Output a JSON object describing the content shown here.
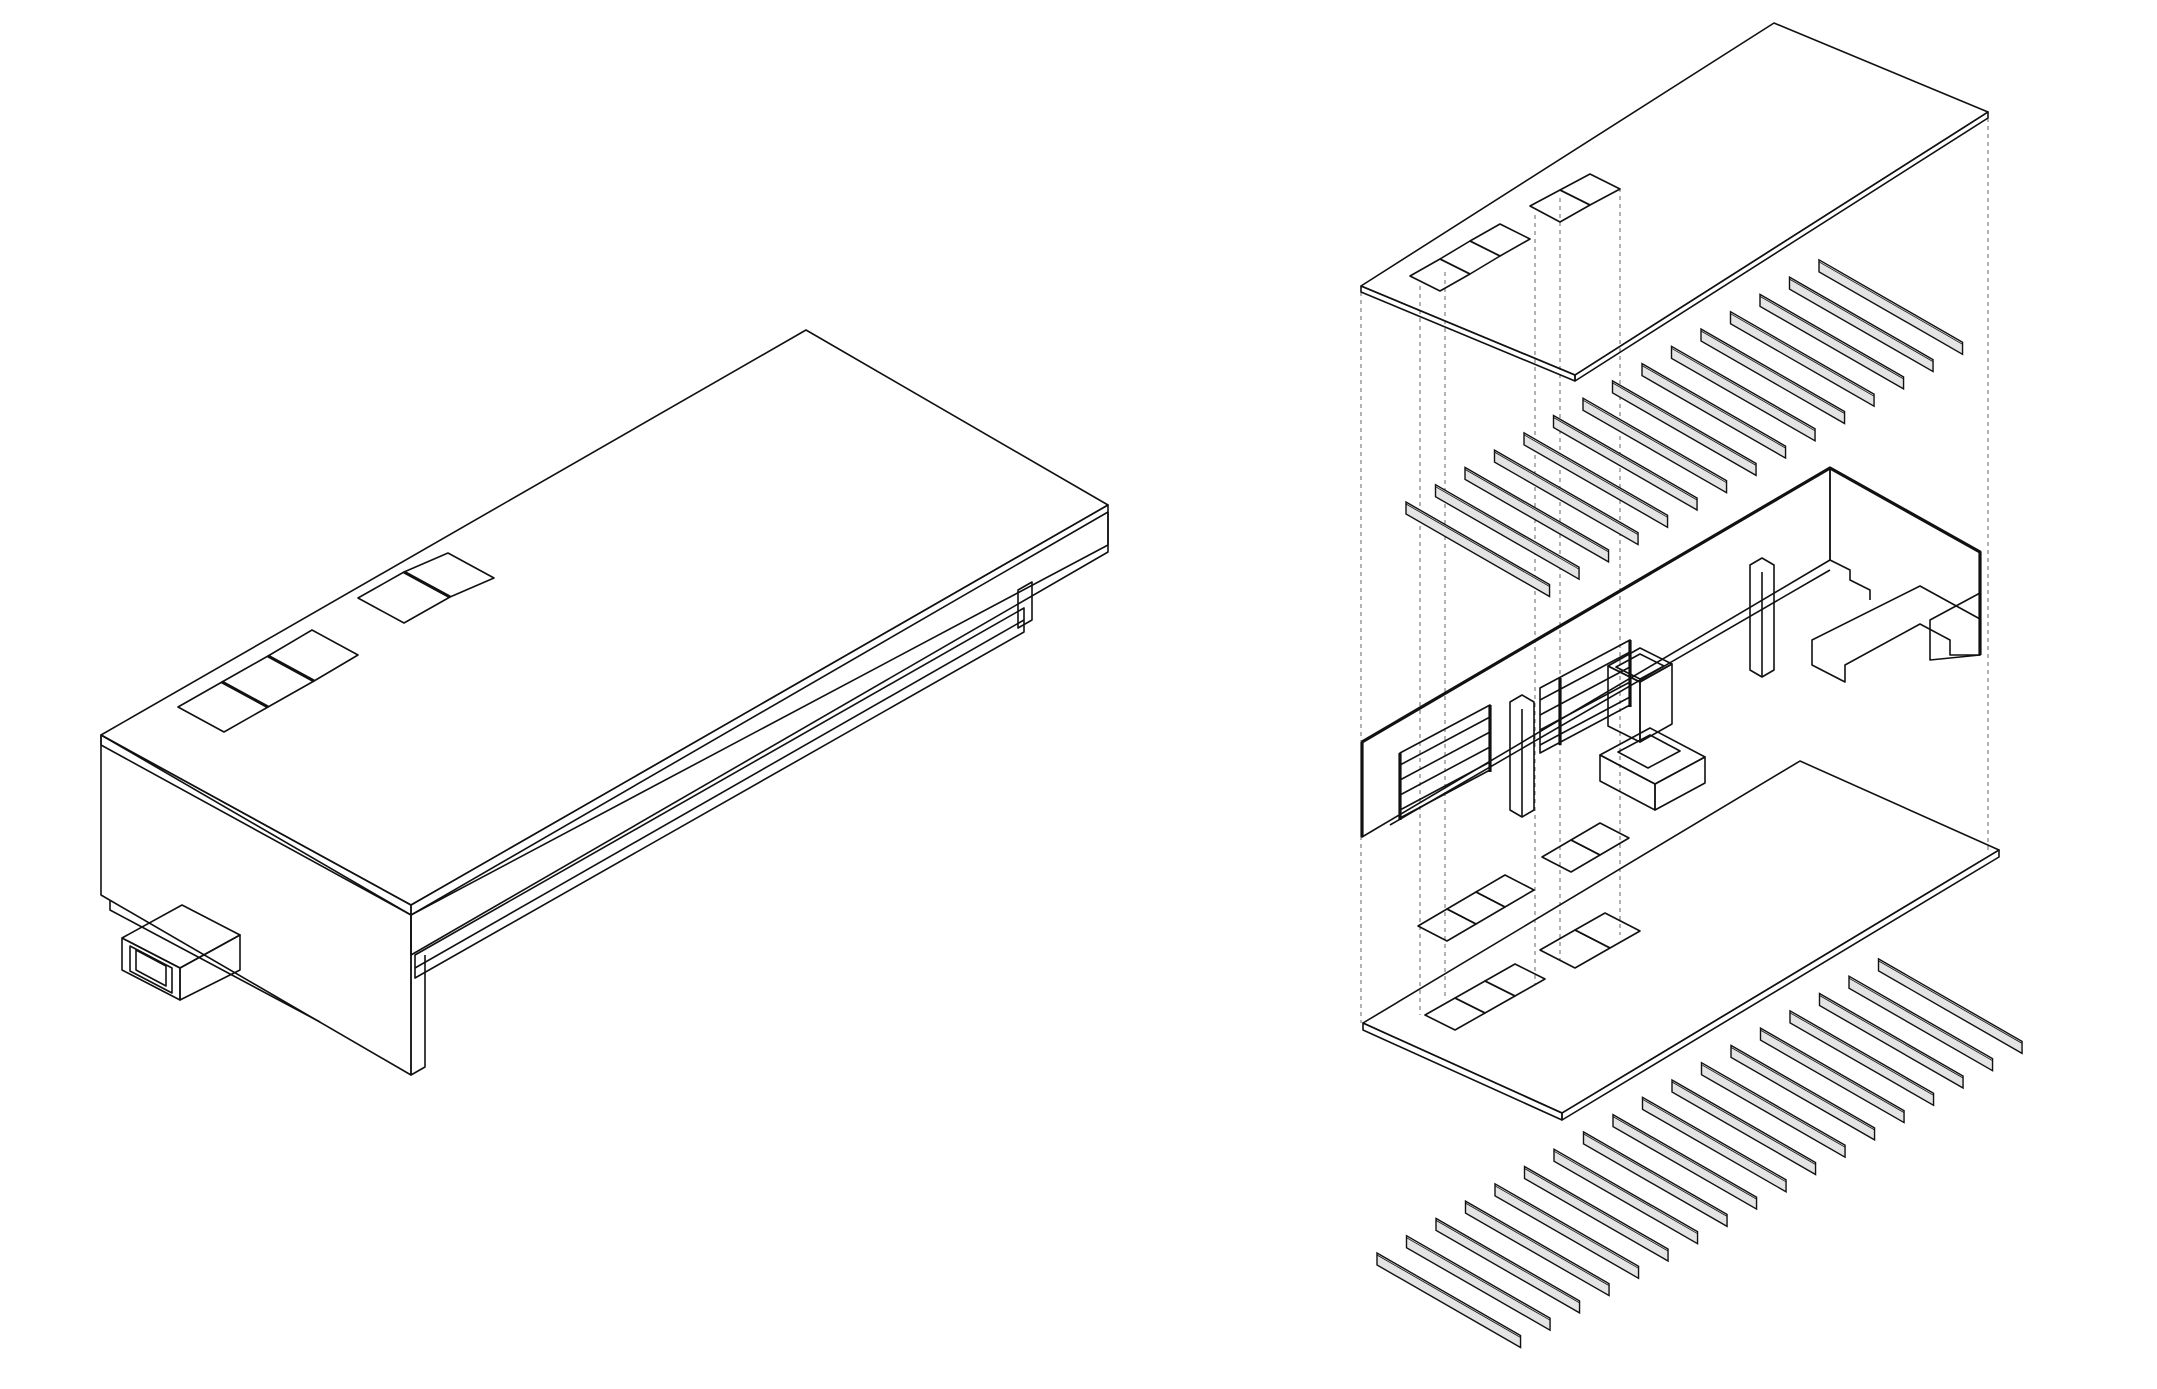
{
  "colors": {
    "surface": "#e4e4e4",
    "surface_dark": "#d2d2d2",
    "skylight": "#dceefa",
    "floor": "#f5dfc8",
    "line": "#111111",
    "background": "#ffffff"
  },
  "views": [
    {
      "name": "assembled-isometric"
    },
    {
      "name": "exploded-axonometric"
    }
  ],
  "exploded_layers": [
    "roof-slab",
    "roof-joists",
    "walls-and-interior",
    "skylight-glazing",
    "floor-slab",
    "floor-joists"
  ],
  "counts": {
    "roof_joists": 15,
    "floor_joists": 18,
    "roof_skylight_groups": 2
  }
}
